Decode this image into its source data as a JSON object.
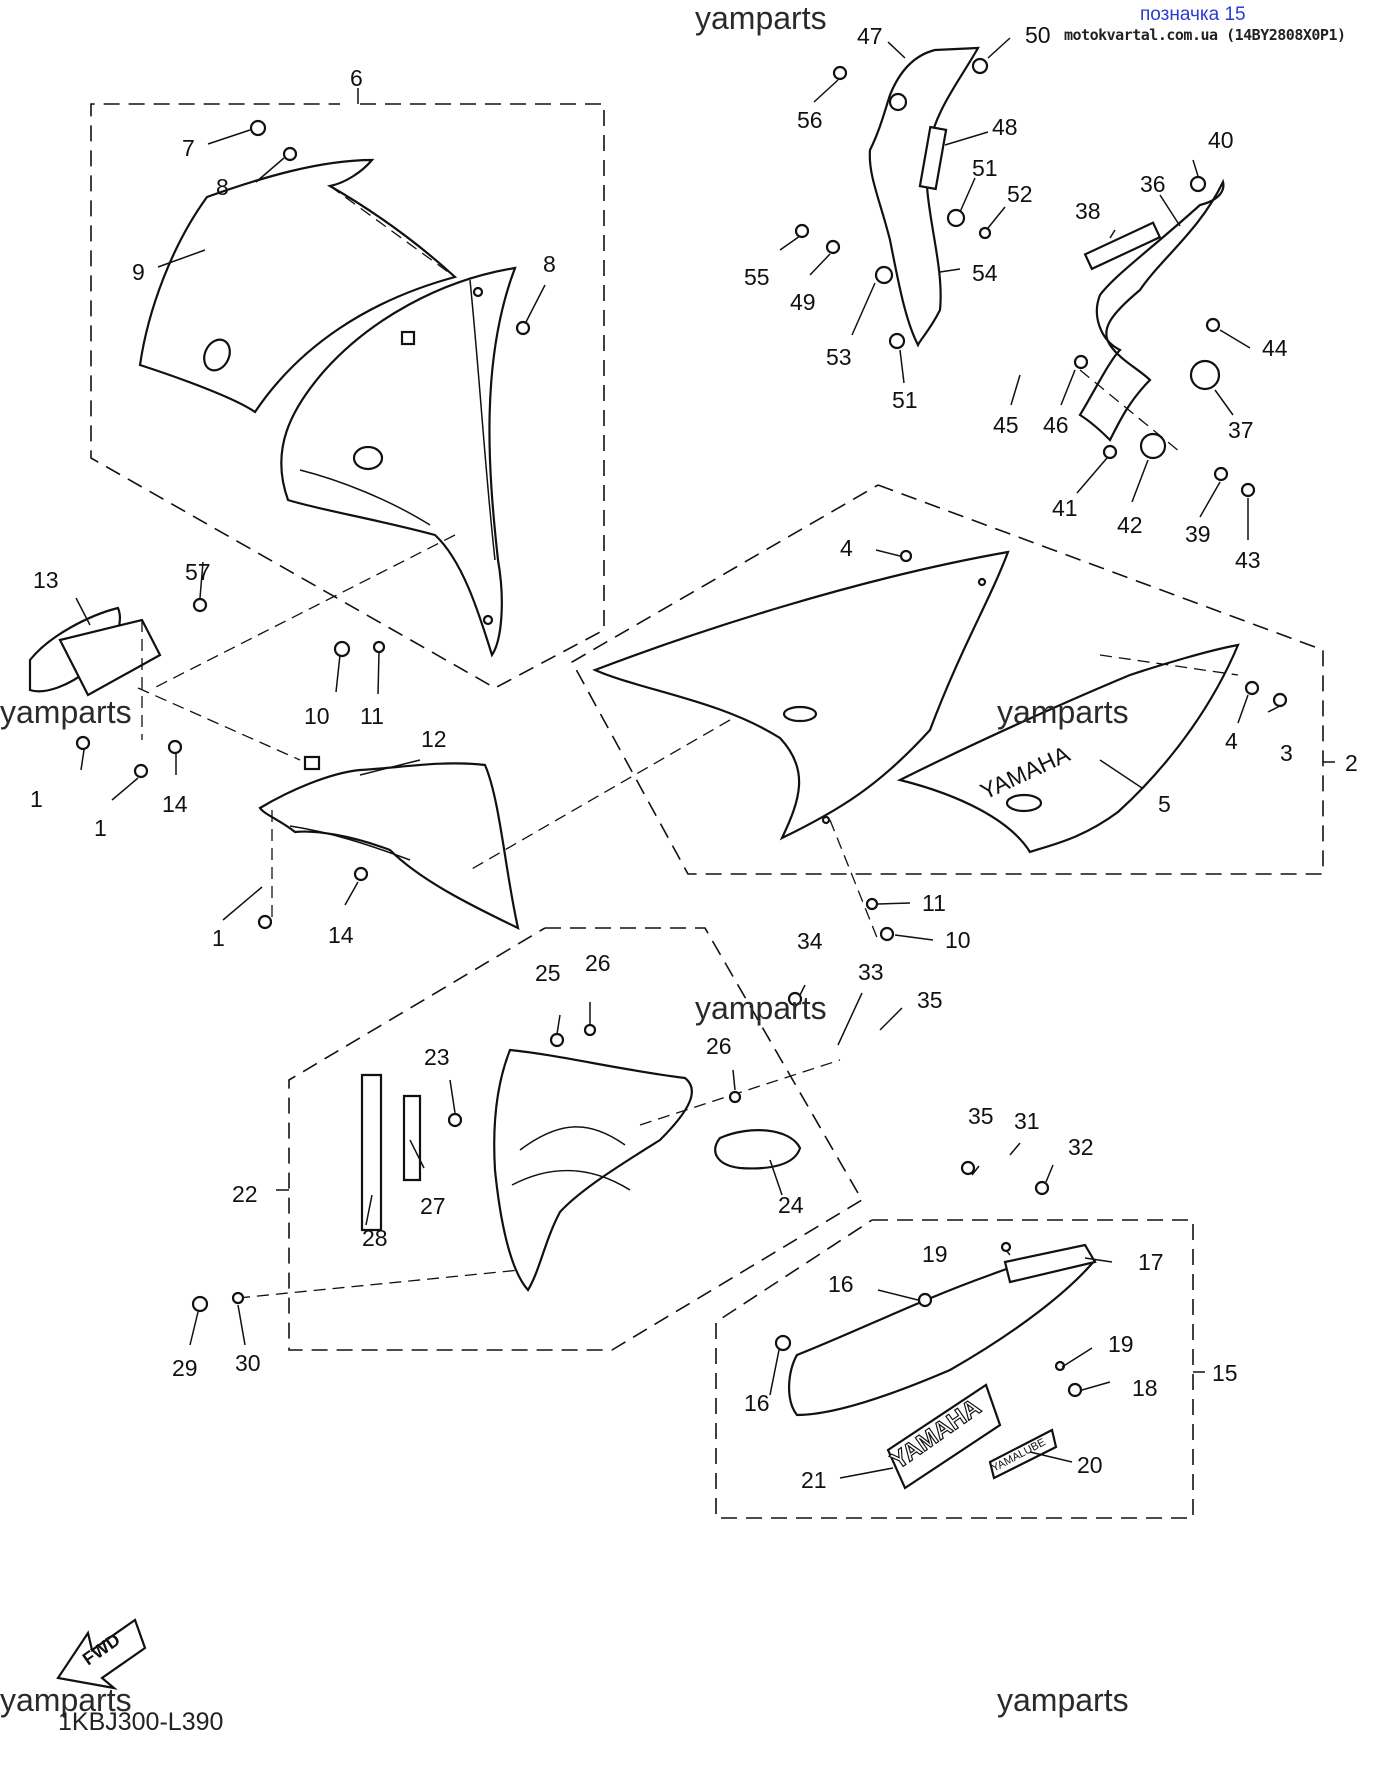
{
  "header": {
    "link_text": "позначка 15",
    "source_text": "motokvartal.com.ua (14BY2808X0P1)"
  },
  "watermark": "yamparts",
  "diagram_code": "1KBJ300-L390",
  "fwd_label": "FWD",
  "brand_decals": {
    "yamaha": "YAMAHA",
    "yamalube": "YAMALUBE"
  },
  "callouts": [
    {
      "id": "p1a",
      "label": "1"
    },
    {
      "id": "p1b",
      "label": "1"
    },
    {
      "id": "p1c",
      "label": "1"
    },
    {
      "id": "p2",
      "label": "2"
    },
    {
      "id": "p3",
      "label": "3"
    },
    {
      "id": "p4a",
      "label": "4"
    },
    {
      "id": "p4b",
      "label": "4"
    },
    {
      "id": "p5",
      "label": "5"
    },
    {
      "id": "p6",
      "label": "6"
    },
    {
      "id": "p7",
      "label": "7"
    },
    {
      "id": "p8a",
      "label": "8"
    },
    {
      "id": "p8b",
      "label": "8"
    },
    {
      "id": "p9",
      "label": "9"
    },
    {
      "id": "p10a",
      "label": "10"
    },
    {
      "id": "p10b",
      "label": "10"
    },
    {
      "id": "p11a",
      "label": "11"
    },
    {
      "id": "p11b",
      "label": "11"
    },
    {
      "id": "p12",
      "label": "12"
    },
    {
      "id": "p13",
      "label": "13"
    },
    {
      "id": "p14a",
      "label": "14"
    },
    {
      "id": "p14b",
      "label": "14"
    },
    {
      "id": "p15",
      "label": "15"
    },
    {
      "id": "p16a",
      "label": "16"
    },
    {
      "id": "p16b",
      "label": "16"
    },
    {
      "id": "p17",
      "label": "17"
    },
    {
      "id": "p18",
      "label": "18"
    },
    {
      "id": "p19a",
      "label": "19"
    },
    {
      "id": "p19b",
      "label": "19"
    },
    {
      "id": "p20",
      "label": "20"
    },
    {
      "id": "p21",
      "label": "21"
    },
    {
      "id": "p22",
      "label": "22"
    },
    {
      "id": "p23",
      "label": "23"
    },
    {
      "id": "p24",
      "label": "24"
    },
    {
      "id": "p25",
      "label": "25"
    },
    {
      "id": "p26a",
      "label": "26"
    },
    {
      "id": "p26b",
      "label": "26"
    },
    {
      "id": "p27",
      "label": "27"
    },
    {
      "id": "p28",
      "label": "28"
    },
    {
      "id": "p29",
      "label": "29"
    },
    {
      "id": "p30",
      "label": "30"
    },
    {
      "id": "p31",
      "label": "31"
    },
    {
      "id": "p32",
      "label": "32"
    },
    {
      "id": "p33",
      "label": "33"
    },
    {
      "id": "p34",
      "label": "34"
    },
    {
      "id": "p35a",
      "label": "35"
    },
    {
      "id": "p35b",
      "label": "35"
    },
    {
      "id": "p36",
      "label": "36"
    },
    {
      "id": "p37",
      "label": "37"
    },
    {
      "id": "p38",
      "label": "38"
    },
    {
      "id": "p39",
      "label": "39"
    },
    {
      "id": "p40",
      "label": "40"
    },
    {
      "id": "p41",
      "label": "41"
    },
    {
      "id": "p42",
      "label": "42"
    },
    {
      "id": "p43",
      "label": "43"
    },
    {
      "id": "p44",
      "label": "44"
    },
    {
      "id": "p45",
      "label": "45"
    },
    {
      "id": "p46",
      "label": "46"
    },
    {
      "id": "p47",
      "label": "47"
    },
    {
      "id": "p48",
      "label": "48"
    },
    {
      "id": "p49",
      "label": "49"
    },
    {
      "id": "p50",
      "label": "50"
    },
    {
      "id": "p51a",
      "label": "51"
    },
    {
      "id": "p51b",
      "label": "51"
    },
    {
      "id": "p52",
      "label": "52"
    },
    {
      "id": "p53",
      "label": "53"
    },
    {
      "id": "p54",
      "label": "54"
    },
    {
      "id": "p55",
      "label": "55"
    },
    {
      "id": "p56",
      "label": "56"
    },
    {
      "id": "p57",
      "label": "57"
    }
  ]
}
